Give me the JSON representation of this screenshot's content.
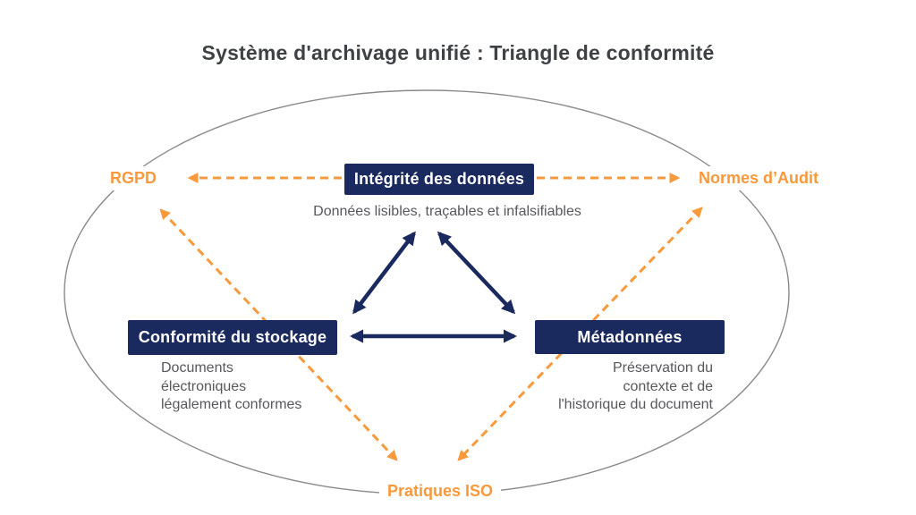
{
  "title": "Système d'archivage unifié : Triangle de conformité",
  "nodes": {
    "integrity": {
      "label": "Intégrité des données",
      "description": "Données lisibles, traçables et infalsifiables"
    },
    "storage": {
      "label": "Conformité du stockage",
      "description": "Documents\nélectroniques\nlégalement conformes"
    },
    "metadata": {
      "label": "Métadonnées",
      "description": "Préservation du\ncontexte et de\nl'historique du document"
    }
  },
  "anchors": {
    "rgpd": "RGPD",
    "audit": "Normes d’Audit",
    "iso": "Pratiques ISO"
  },
  "colors": {
    "navy": "#1b2a5e",
    "orange": "#f8993c",
    "gray_text": "#57585a",
    "title_text": "#3f4245",
    "ellipse_stroke": "#8a8a8a"
  }
}
